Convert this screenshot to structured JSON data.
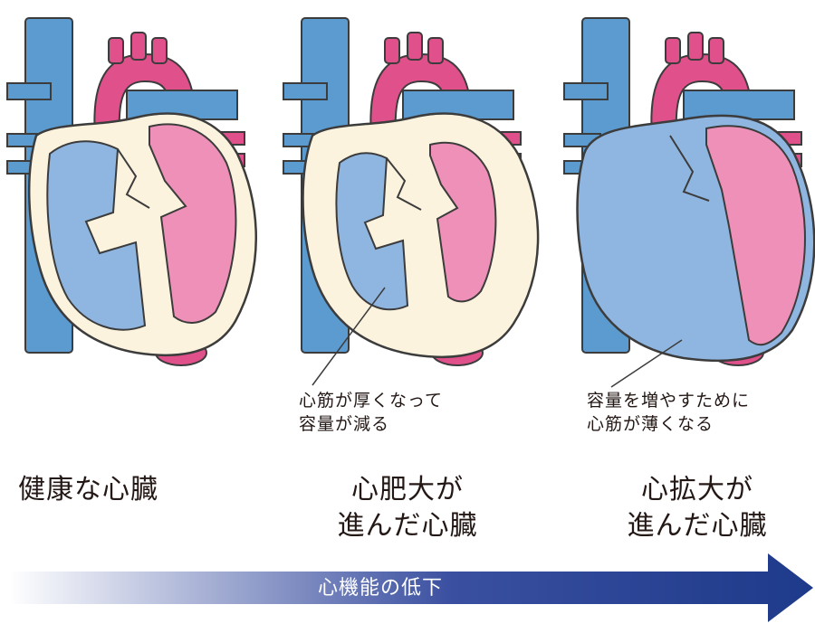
{
  "diagram": {
    "panels": [
      {
        "title": [
          "健康な心臓"
        ]
      },
      {
        "title": [
          "心肥大が",
          "進んだ心臓"
        ],
        "note": [
          "心筋が厚くなって",
          "容量が減る"
        ]
      },
      {
        "title": [
          "心拡大が",
          "進んだ心臓"
        ],
        "note": [
          "容量を増やすために",
          "心筋が薄くなる"
        ]
      }
    ],
    "arrow_label": "心機能の低下",
    "colors": {
      "vein_blue": "#5b9bd0",
      "chamber_blue": "#8fb6e0",
      "artery_pink": "#e0508a",
      "chamber_pink": "#ee90b7",
      "muscle_cream": "#fbf3de",
      "outline": "#3c3c3c",
      "arrow_dark": "#1e3a8a",
      "arrow_light": "#ffffff"
    },
    "icons": [
      "heart-healthy-icon",
      "heart-hypertrophy-icon",
      "heart-dilated-icon"
    ]
  }
}
